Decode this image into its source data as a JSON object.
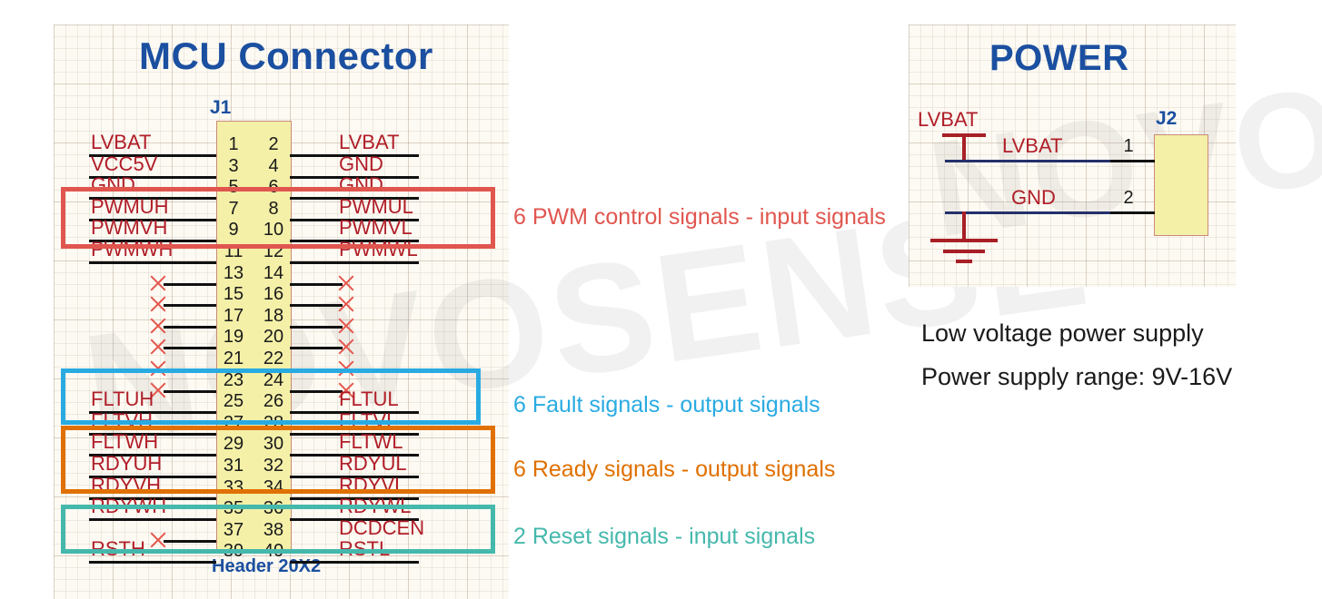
{
  "left_panel": {
    "title": "MCU   Connector",
    "refdes": "J1",
    "footer": "Header 20X2",
    "rows": [
      {
        "pin_odd": "1",
        "pin_even": "2",
        "left": "LVBAT",
        "right": "LVBAT",
        "left_nc": false,
        "right_nc": false
      },
      {
        "pin_odd": "3",
        "pin_even": "4",
        "left": "VCC5V",
        "right": "GND",
        "left_nc": false,
        "right_nc": false
      },
      {
        "pin_odd": "5",
        "pin_even": "6",
        "left": "GND",
        "right": "GND",
        "left_nc": false,
        "right_nc": false
      },
      {
        "pin_odd": "7",
        "pin_even": "8",
        "left": "PWMUH",
        "right": "PWMUL",
        "left_nc": false,
        "right_nc": false
      },
      {
        "pin_odd": "9",
        "pin_even": "10",
        "left": "PWMVH",
        "right": "PWMVL",
        "left_nc": false,
        "right_nc": false
      },
      {
        "pin_odd": "11",
        "pin_even": "12",
        "left": "PWMWH",
        "right": "PWMWL",
        "left_nc": false,
        "right_nc": false
      },
      {
        "pin_odd": "13",
        "pin_even": "14",
        "left": "",
        "right": "",
        "left_nc": true,
        "right_nc": true
      },
      {
        "pin_odd": "15",
        "pin_even": "16",
        "left": "",
        "right": "",
        "left_nc": true,
        "right_nc": true
      },
      {
        "pin_odd": "17",
        "pin_even": "18",
        "left": "",
        "right": "",
        "left_nc": true,
        "right_nc": true
      },
      {
        "pin_odd": "19",
        "pin_even": "20",
        "left": "",
        "right": "",
        "left_nc": true,
        "right_nc": true
      },
      {
        "pin_odd": "21",
        "pin_even": "22",
        "left": "",
        "right": "",
        "left_nc": true,
        "right_nc": true
      },
      {
        "pin_odd": "23",
        "pin_even": "24",
        "left": "",
        "right": "",
        "left_nc": true,
        "right_nc": true
      },
      {
        "pin_odd": "25",
        "pin_even": "26",
        "left": "FLTUH",
        "right": "FLTUL",
        "left_nc": false,
        "right_nc": false
      },
      {
        "pin_odd": "27",
        "pin_even": "28",
        "left": "FLTVH",
        "right": "FLTVL",
        "left_nc": false,
        "right_nc": false
      },
      {
        "pin_odd": "29",
        "pin_even": "30",
        "left": "FLTWH",
        "right": "FLTWL",
        "left_nc": false,
        "right_nc": false
      },
      {
        "pin_odd": "31",
        "pin_even": "32",
        "left": "RDYUH",
        "right": "RDYUL",
        "left_nc": false,
        "right_nc": false
      },
      {
        "pin_odd": "33",
        "pin_even": "34",
        "left": "RDYVH",
        "right": "RDYVL",
        "left_nc": false,
        "right_nc": false
      },
      {
        "pin_odd": "35",
        "pin_even": "36",
        "left": "RDYWH",
        "right": "RDYWL",
        "left_nc": false,
        "right_nc": false
      },
      {
        "pin_odd": "37",
        "pin_even": "38",
        "left": "",
        "right": "DCDCEN",
        "left_nc": true,
        "right_nc": false
      },
      {
        "pin_odd": "39",
        "pin_even": "40",
        "left": "RSTH",
        "right": "RSTL",
        "left_nc": false,
        "right_nc": false
      }
    ]
  },
  "groups": [
    {
      "id": "pwm",
      "color": "#E0564F",
      "label": "6 PWM control signals - input signals"
    },
    {
      "id": "fault",
      "color": "#29ABE2",
      "label": "6 Fault signals - output signals"
    },
    {
      "id": "ready",
      "color": "#E07000",
      "label": "6 Ready signals - output signals"
    },
    {
      "id": "reset",
      "color": "#45B8AC",
      "label": "2 Reset signals - input signals"
    }
  ],
  "right_panel": {
    "title": "POWER",
    "refdes": "J2",
    "power_symbol_label": "LVBAT",
    "nets": [
      {
        "label": "LVBAT",
        "pin": "1"
      },
      {
        "label": "GND",
        "pin": "2"
      }
    ]
  },
  "notes": [
    "Low voltage power supply",
    "Power supply range: 9V-16V"
  ],
  "watermark": "NOVOSENSE",
  "colors": {
    "net_label": "#B01E28",
    "schematic_blue": "#1B4FA0",
    "connector_fill": "#F4F0A8",
    "wire_black": "#111111",
    "wire_blue": "#24306B",
    "nc_red": "#E4564C"
  }
}
